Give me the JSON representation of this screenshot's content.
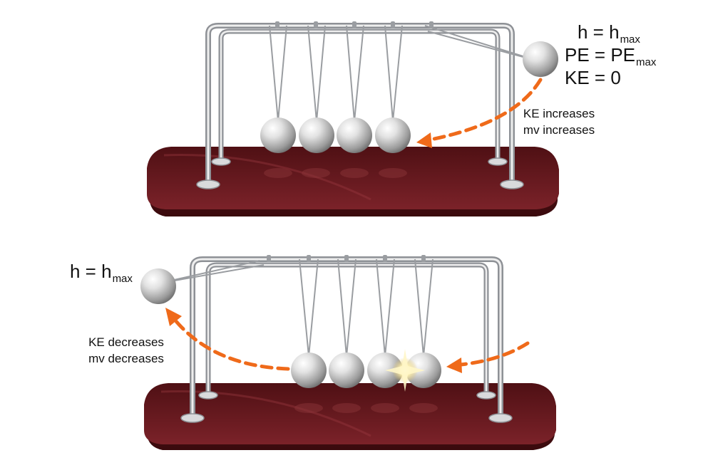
{
  "top_panel": {
    "height_label": {
      "main": "h = h",
      "sub": "max"
    },
    "pe_label": {
      "main": "PE = PE",
      "sub": "max"
    },
    "ke_label": "KE = 0",
    "motion_line1": "KE increases",
    "motion_line2": "mv increases"
  },
  "bottom_panel": {
    "height_label": {
      "main": "h = h",
      "sub": "max"
    },
    "motion_line1": "KE decreases",
    "motion_line2": "mv decreases"
  },
  "colors": {
    "base": "#6e1a1f",
    "base_edge": "#4a0f12",
    "frame": "#b9bcc0",
    "ball": "#c9c9c9",
    "arrow": "#ef6a1a",
    "spark": "#fff2b0"
  },
  "icons": [
    "newtons-cradle",
    "dashed-arrow",
    "collision-spark"
  ]
}
